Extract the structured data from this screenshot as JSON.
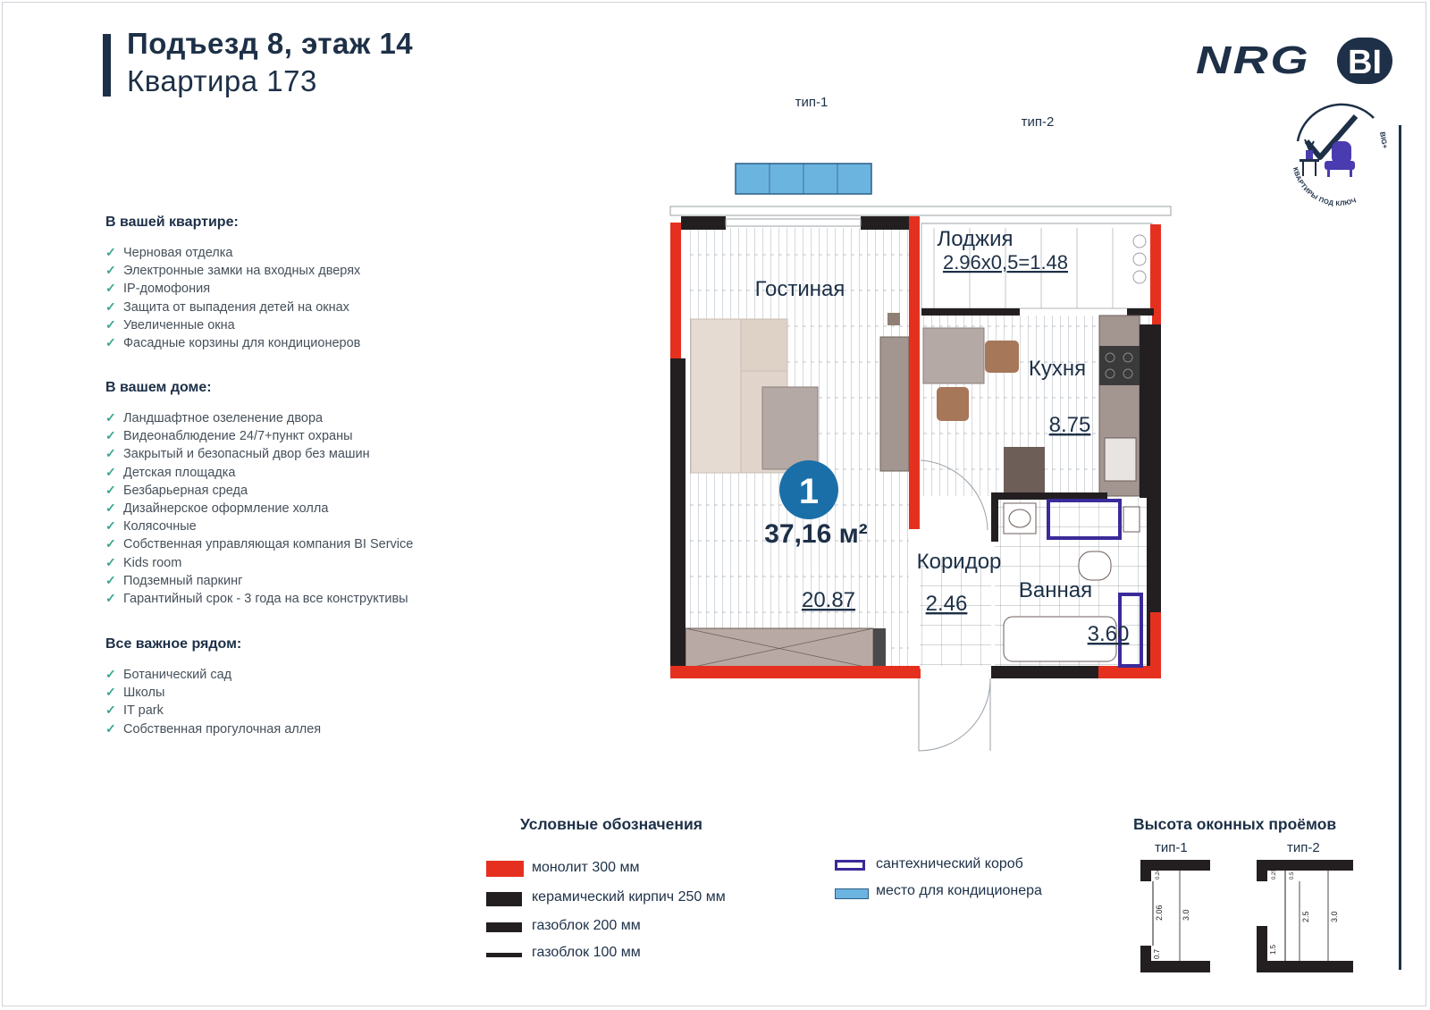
{
  "header": {
    "entrance_floor": "Подъезд 8, этаж 14",
    "apartment": "Квартира 173"
  },
  "logo": {
    "brand_left": "NRG",
    "brand_right": "BI",
    "badge_text": "КВАРТИРЫ ПОД КЛЮЧ",
    "badge_suffix": "BIG+"
  },
  "features": {
    "in_apartment_title": "В вашей квартире:",
    "in_apartment": [
      "Черновая отделка",
      "Электронные замки на входных дверях",
      "IP-домофония",
      "Защита от выпадения детей на окнах",
      "Увеличенные окна",
      "Фасадные корзины для кондиционеров"
    ],
    "in_building_title": "В вашем доме:",
    "in_building": [
      "Ландшафтное озеленение двора",
      "Видеонаблюдение 24/7+пункт охраны",
      "Закрытый и безопасный двор без машин",
      "Детская площадка",
      "Безбарьерная среда",
      "Дизайнерское оформление холла",
      "Колясочные",
      "Собственная управляющая компания BI Service",
      "Kids room",
      "Подземный паркинг",
      "Гарантийный срок - 3 года на все конструктивы"
    ],
    "nearby_title": "Все важное рядом:",
    "nearby": [
      "Ботанический сад",
      "Школы",
      "IT park",
      "Собственная прогулочная аллея"
    ]
  },
  "plan": {
    "window_type1": "тип-1",
    "window_type2": "тип-2",
    "rooms_count": "1",
    "total_area": "37,16 м²",
    "rooms": {
      "living": {
        "name": "Гостиная",
        "area": "20.87"
      },
      "loggia": {
        "name": "Лоджия",
        "area": "2.96х0,5=1.48"
      },
      "kitchen": {
        "name": "Кухня",
        "area": "8.75"
      },
      "corridor": {
        "name": "Коридор",
        "area": "2.46"
      },
      "bathroom": {
        "name": "Ванная",
        "area": "3.60"
      }
    }
  },
  "legend": {
    "title": "Условные обозначения",
    "items": [
      {
        "label": "монолит 300 мм",
        "color": "#e5301f"
      },
      {
        "label": "керамический кирпич 250 мм",
        "color": "#231f20"
      },
      {
        "label": "газоблок 200 мм",
        "color": "#231f20"
      },
      {
        "label": "газоблок 100 мм",
        "color": "#231f20"
      },
      {
        "label": "сантехнический короб",
        "color": "#3b2a9a"
      },
      {
        "label": "место для кондиционера",
        "color": "#6cb4e0"
      }
    ]
  },
  "window_heights": {
    "title": "Высота оконных проёмов",
    "type1": {
      "label": "тип-1",
      "dims": [
        "0.24",
        "2.06",
        "3.0",
        "0.7"
      ]
    },
    "type2": {
      "label": "тип-2",
      "dims": [
        "0.25",
        "0.5",
        "2.5",
        "3.0",
        "1.5"
      ]
    }
  }
}
